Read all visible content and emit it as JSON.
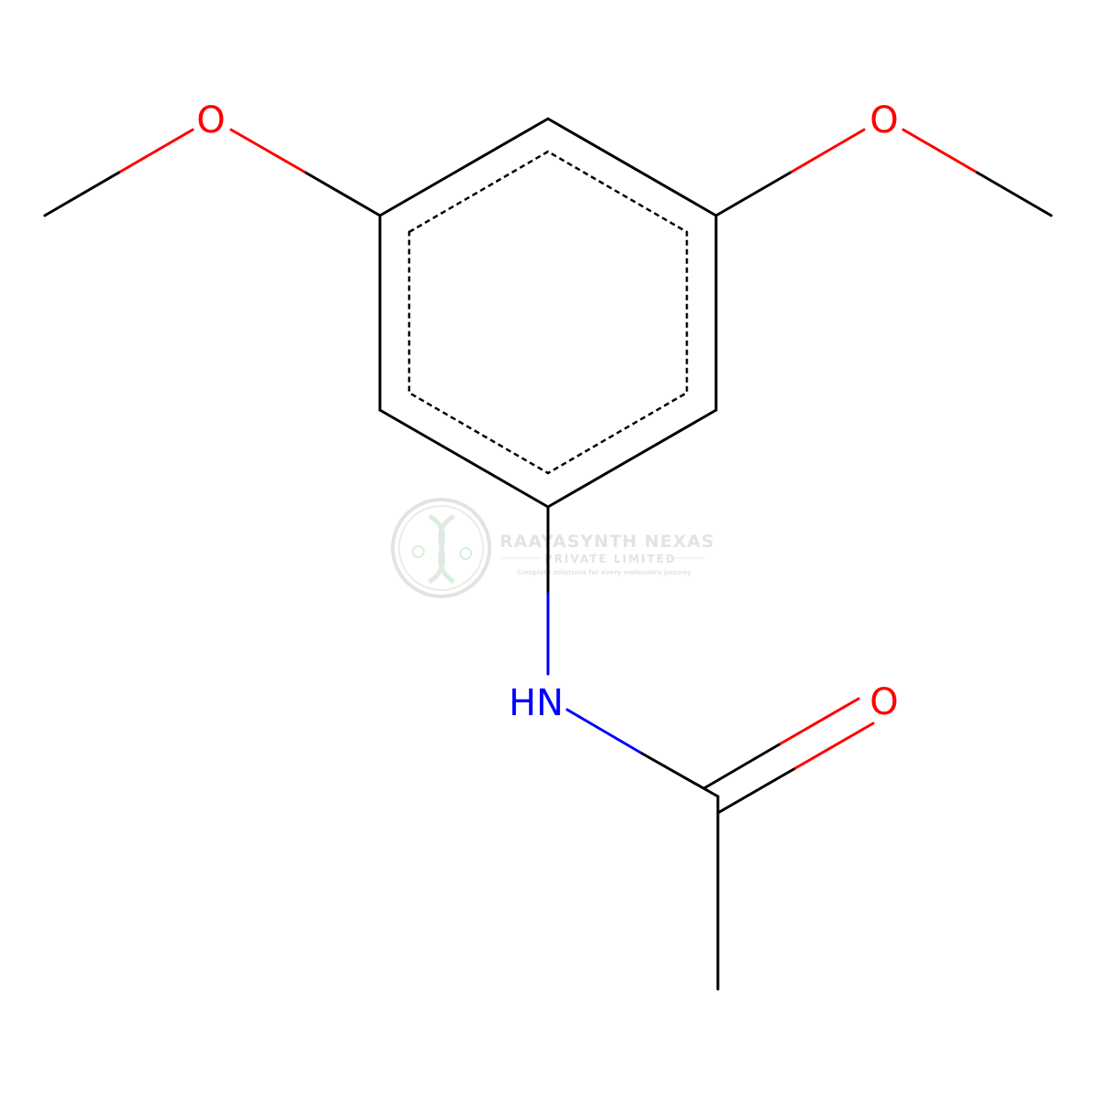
{
  "molecule": {
    "atoms": {
      "o_left": "O",
      "o_right": "O",
      "nh": "HN",
      "o_carbonyl": "O"
    }
  },
  "colors": {
    "bond": "#000000",
    "oxygen": "#ff0000",
    "nitrogen": "#0000ff",
    "watermark": "#cfd6cf"
  },
  "watermark": {
    "title": "RAAYASYNTH NEXAS",
    "subtitle": "PRIVATE LIMITED",
    "tagline": "Complete solutions for every molecule's journey"
  }
}
